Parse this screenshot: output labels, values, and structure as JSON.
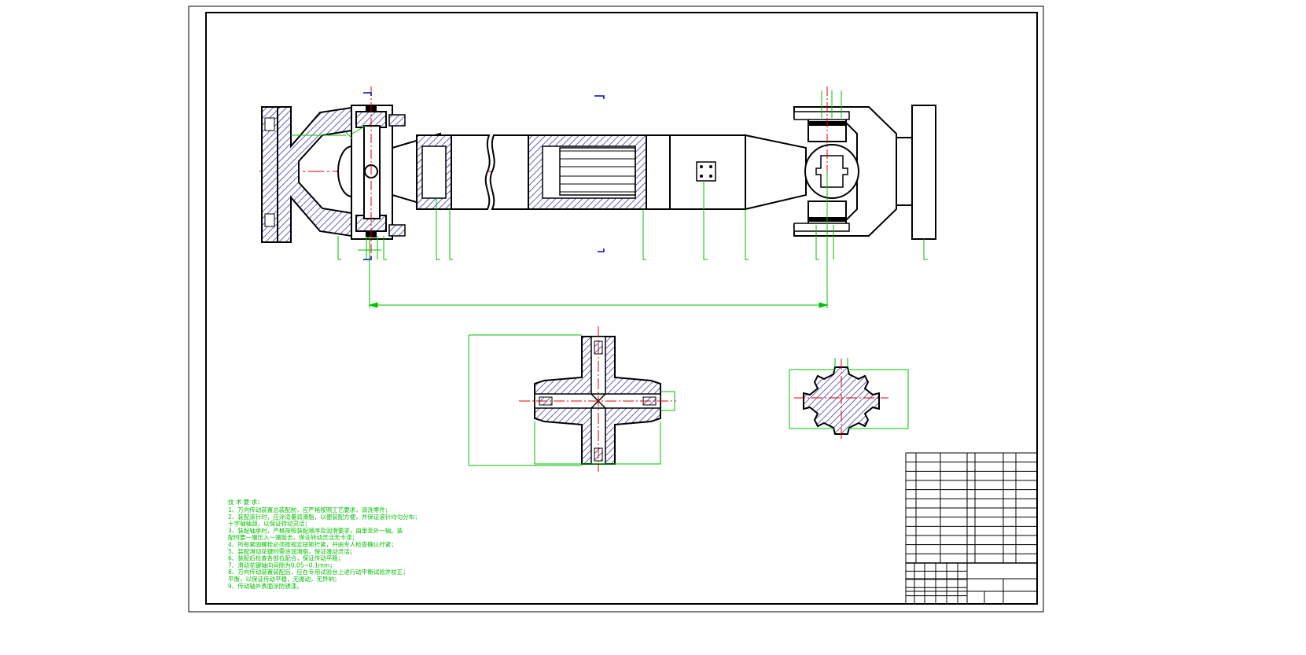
{
  "colors": {
    "outline": "#000000",
    "hatch": "#3a3ab0",
    "dimension": "#00c000",
    "centerline": "#e00000",
    "marker": "#0000cc",
    "background": "#ffffff"
  },
  "drawing_title": "",
  "notes": {
    "heading": "技 术 要 求：",
    "lines": [
      "1、万向传动装置总装配前，应严格按照工艺要求，清洗零件；",
      "2、装配滚针时，应涂适量润滑脂，以便装配方便，并保证滚针均匀分布；",
      "   十字轴轴颈，以保证转动灵活；",
      "3、装配轴承时，严格按照装配顺序及润滑要求，由里至外一轴。装",
      "   配时要一端压入一端敲击，保证转动灵活无卡滞；",
      "4、所有紧固螺栓必须按规定扭矩拧紧，并由专人检查确认拧紧；",
      "5、装配滑动花键时需涂润滑脂，保证滑动灵活；",
      "6、装配后检查各部位配合，保证传动平稳；",
      "7、滑动花键轴向间隙为0.05~0.1mm；",
      "8、万向传动装置装配后，应在专用试验台上进行动平衡试验并校正；",
      "   平衡，以保证传动平稳，无振动，无异响；",
      "9、传动轴外表面涂防锈漆。"
    ]
  },
  "title_block": {
    "rows": 12,
    "cols": 7
  }
}
